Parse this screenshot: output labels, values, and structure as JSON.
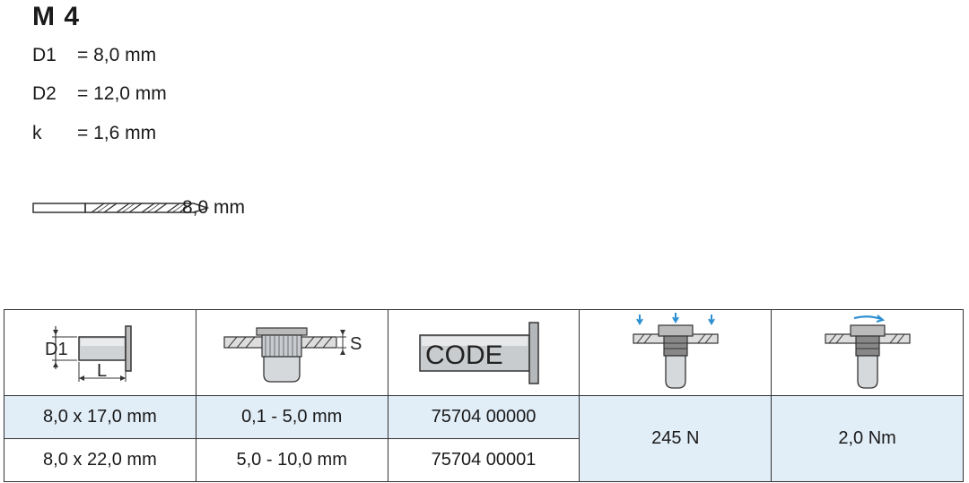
{
  "title": "M 4",
  "specs": [
    {
      "key": "D1",
      "value": "= 8,0 mm"
    },
    {
      "key": "D2",
      "value": "= 12,0 mm"
    },
    {
      "key": "k",
      "value": "= 1,6 mm"
    }
  ],
  "drill_size": "8,0 mm",
  "header_icons": {
    "dimension_d1": "D1",
    "dimension_l": "L",
    "grip_s": "S",
    "code_text": "CODE",
    "tensile_icon": "tensile-force-icon",
    "torque_icon": "torque-icon"
  },
  "rows": [
    {
      "size": "8,0 x 17,0 mm",
      "grip": "0,1 - 5,0 mm",
      "code": "75704 00000"
    },
    {
      "size": "8,0 x 22,0 mm",
      "grip": "5,0 - 10,0 mm",
      "code": "75704 00001"
    }
  ],
  "merged": {
    "force": "245 N",
    "torque": "2,0 Nm"
  },
  "colors": {
    "row_highlight": "#e1edf7",
    "arrow_blue": "#2c8fd1",
    "border": "#333333"
  }
}
